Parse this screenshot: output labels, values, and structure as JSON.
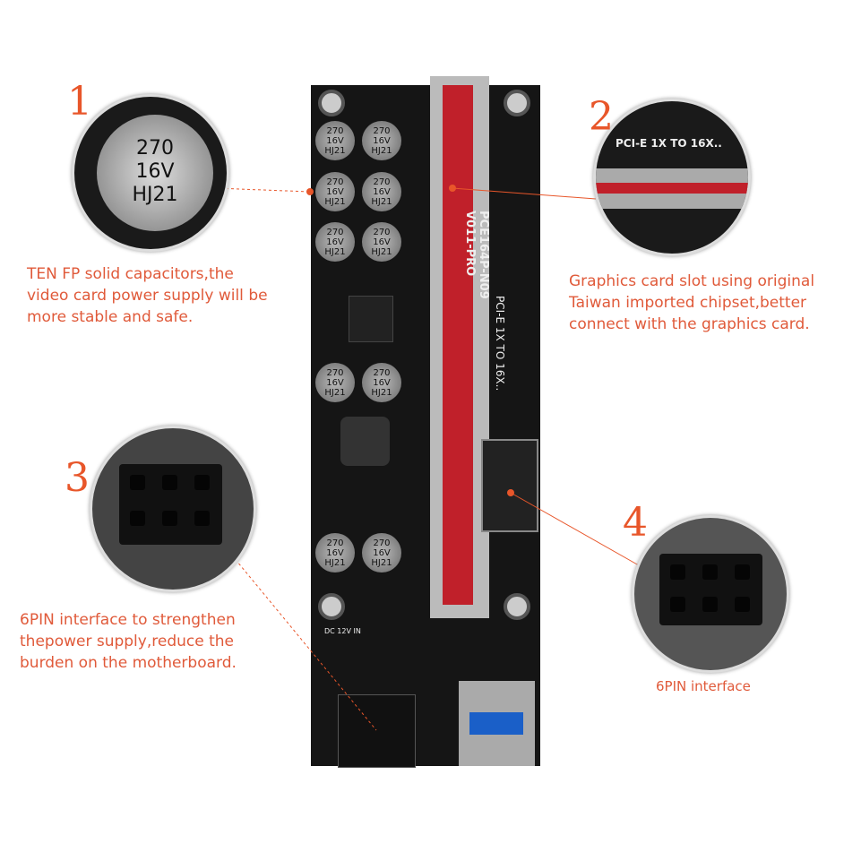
{
  "callouts": [
    {
      "number": "1",
      "text": [
        "TEN FP solid capacitors,the",
        "video card power supply will be",
        "more stable and safe."
      ]
    },
    {
      "number": "2",
      "text": [
        "Graphics card slot using original",
        "Taiwan imported chipset,better",
        "connect with the graphics card."
      ]
    },
    {
      "number": "3",
      "text": [
        "6PIN interface to strengthen",
        "thepower supply,reduce the",
        "burden on the motherboard."
      ]
    },
    {
      "number": "4",
      "text": [
        "6PIN interface"
      ]
    }
  ],
  "board": {
    "model": "PCE164P-N09",
    "version": "V011-PRO",
    "slot_label": "PCI-E 1X TO 16X..",
    "capacitor_label": [
      "270",
      "16V",
      "HJ21"
    ],
    "dc_label": "DC 12V IN"
  },
  "colors": {
    "accent": "#e8562a",
    "text": "#e05a3a",
    "slot": "#c0202a",
    "board": "#151515"
  }
}
